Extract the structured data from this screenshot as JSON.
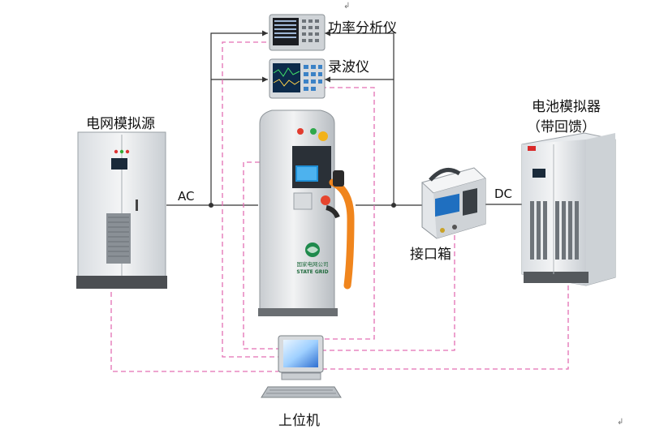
{
  "labels": {
    "power_analyzer": "功率分析仪",
    "oscilloscope": "录波仪",
    "grid_simulator": "电网模拟源",
    "battery_simulator_line1": "电池模拟器",
    "battery_simulator_line2": "（带回馈）",
    "ac": "AC",
    "dc": "DC",
    "interface_box": "接口箱",
    "host_computer": "上位机",
    "charger_brand_cn": "国家电网公司",
    "charger_brand_en": "STATE GRID"
  },
  "marks": {
    "return_top": "↲",
    "return_bottom": "↲"
  },
  "colors": {
    "power_line": "#333333",
    "comm_line": "#e36fb4"
  }
}
